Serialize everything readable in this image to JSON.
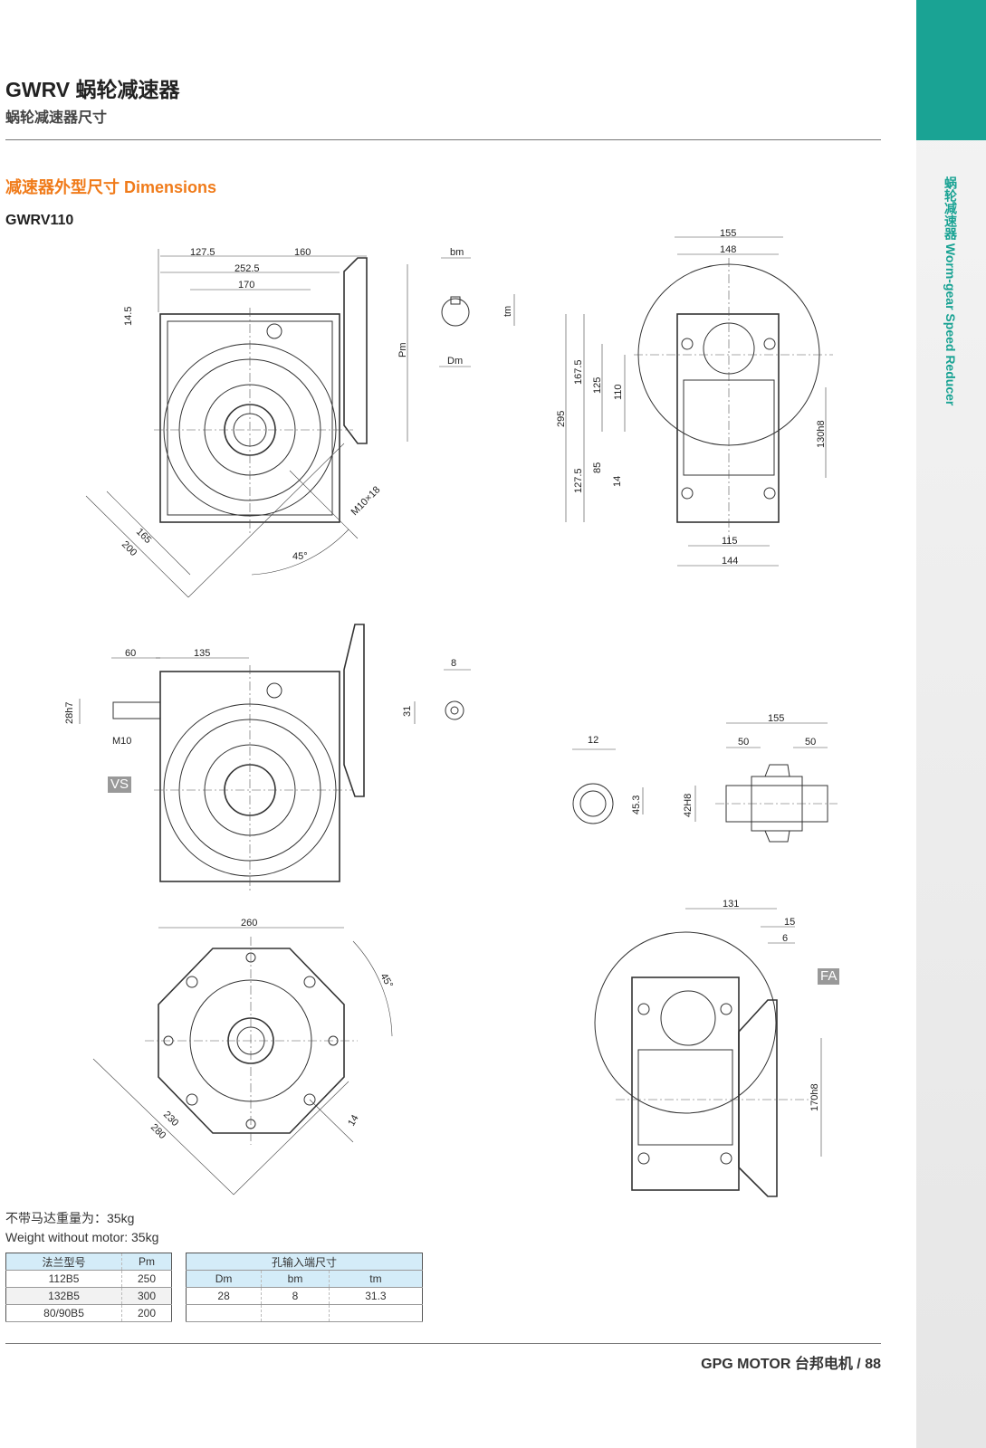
{
  "header": {
    "title": "GWRV 蜗轮减速器",
    "subtitle": "蜗轮减速器尺寸"
  },
  "sidebar": {
    "label": "蜗轮减速器 Worm-gear Speed Reducer",
    "accent": "#1aa394"
  },
  "section": {
    "title": "减速器外型尺寸 Dimensions",
    "model": "GWRV110",
    "accent": "#f07b1a"
  },
  "drawing": {
    "top_view": [
      "127.5",
      "160",
      "252.5",
      "170",
      "14.5",
      "Pm",
      "165",
      "200",
      "M10×18",
      "45°"
    ],
    "key": [
      "bm",
      "tm",
      "Dm"
    ],
    "side_view": [
      "155",
      "148",
      "295",
      "167.5",
      "125",
      "110",
      "127.5",
      "85",
      "14",
      "130h8",
      "115",
      "144"
    ],
    "vs_view": [
      "60",
      "135",
      "28h7",
      "M10",
      "VS",
      "8",
      "31"
    ],
    "hollow": [
      "12",
      "45.3",
      "42H8",
      "155",
      "50",
      "50"
    ],
    "flange": [
      "260",
      "45°",
      "230",
      "280",
      "14"
    ],
    "fa_view": [
      "131",
      "15",
      "6",
      "FA",
      "170h8"
    ]
  },
  "weight": {
    "cn": "不带马达重量为：35kg",
    "en": "Weight without motor: 35kg"
  },
  "flange_table": {
    "headers": [
      "法兰型号",
      "Pm"
    ],
    "rows": [
      [
        "112B5",
        "250"
      ],
      [
        "132B5",
        "300"
      ],
      [
        "80/90B5",
        "200"
      ]
    ]
  },
  "input_table": {
    "title": "孔输入端尺寸",
    "headers": [
      "Dm",
      "bm",
      "tm"
    ],
    "rows": [
      [
        "28",
        "8",
        "31.3"
      ]
    ]
  },
  "footer": {
    "brand": "GPG MOTOR 台邦电机  /  88"
  }
}
